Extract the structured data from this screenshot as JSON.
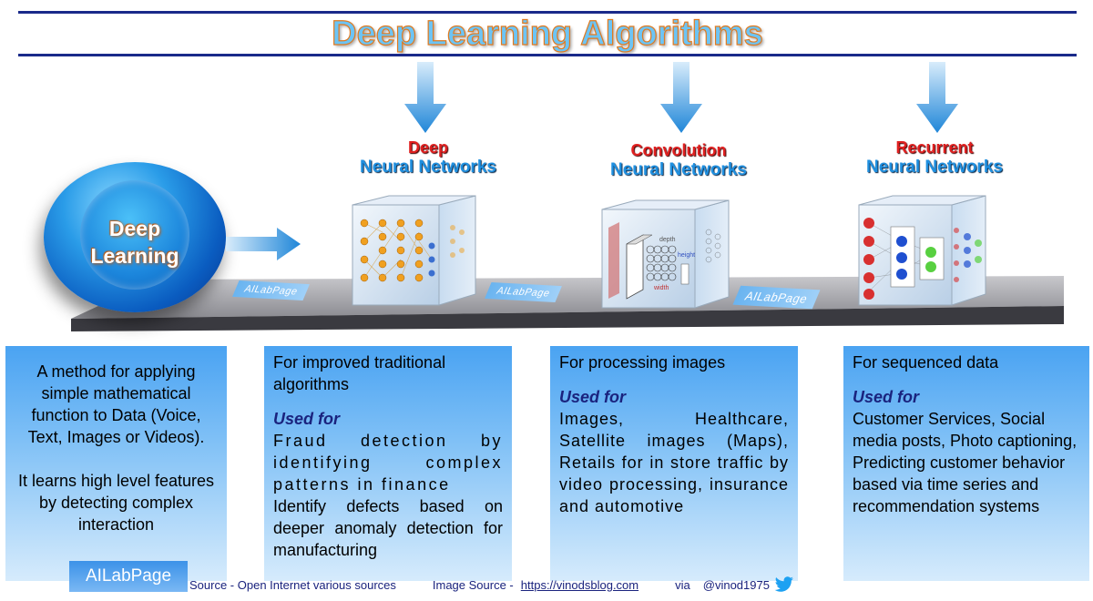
{
  "title": "Deep Learning Algorithms",
  "hub": {
    "line1": "Deep",
    "line2": "Learning"
  },
  "watermark": "AILabPage",
  "networks": [
    {
      "line1": "Deep",
      "line2": "Neural Networks"
    },
    {
      "line1": "Convolution",
      "line2": "Neural Networks"
    },
    {
      "line1": "Recurrent",
      "line2": "Neural Networks"
    }
  ],
  "cnn_labels": {
    "depth": "depth",
    "height": "height",
    "width": "width"
  },
  "descriptions": {
    "hub": {
      "p1": "A method for applying simple mathematical function to Data (Voice, Text, Images or Videos).",
      "p2": "It learns high level features by detecting complex interaction"
    },
    "used_for_label": "Used for",
    "dnn": {
      "head": "For improved traditional algorithms",
      "items": [
        "Fraud detection by identifying complex patterns in finance",
        "Identify defects based on deeper anomaly detection for manufacturing"
      ]
    },
    "cnn": {
      "head": "For processing images",
      "items": [
        "Images, Healthcare, Satellite images (Maps), Retails  for in store traffic by video processing, insurance  and automotive"
      ]
    },
    "rnn": {
      "head": "For sequenced data",
      "items": [
        "Customer Services, Social media posts, Photo captioning, Predicting customer behavior based via time series and recommendation systems"
      ]
    }
  },
  "footer": {
    "brand": "AILabPage",
    "source": "Source -  Open Internet  various sources",
    "image_source_label": "Image Source -",
    "image_source_url": "https://vinodsblog.com",
    "via": "via",
    "handle": "@vinod1975"
  },
  "colors": {
    "title_fill": "#6cc4f5",
    "title_stroke": "#e07a20",
    "network_line1": "#e02020",
    "network_line2": "#2090e0",
    "box_gradient_top": "#4aa3f2",
    "used_for": "#1a237e"
  }
}
